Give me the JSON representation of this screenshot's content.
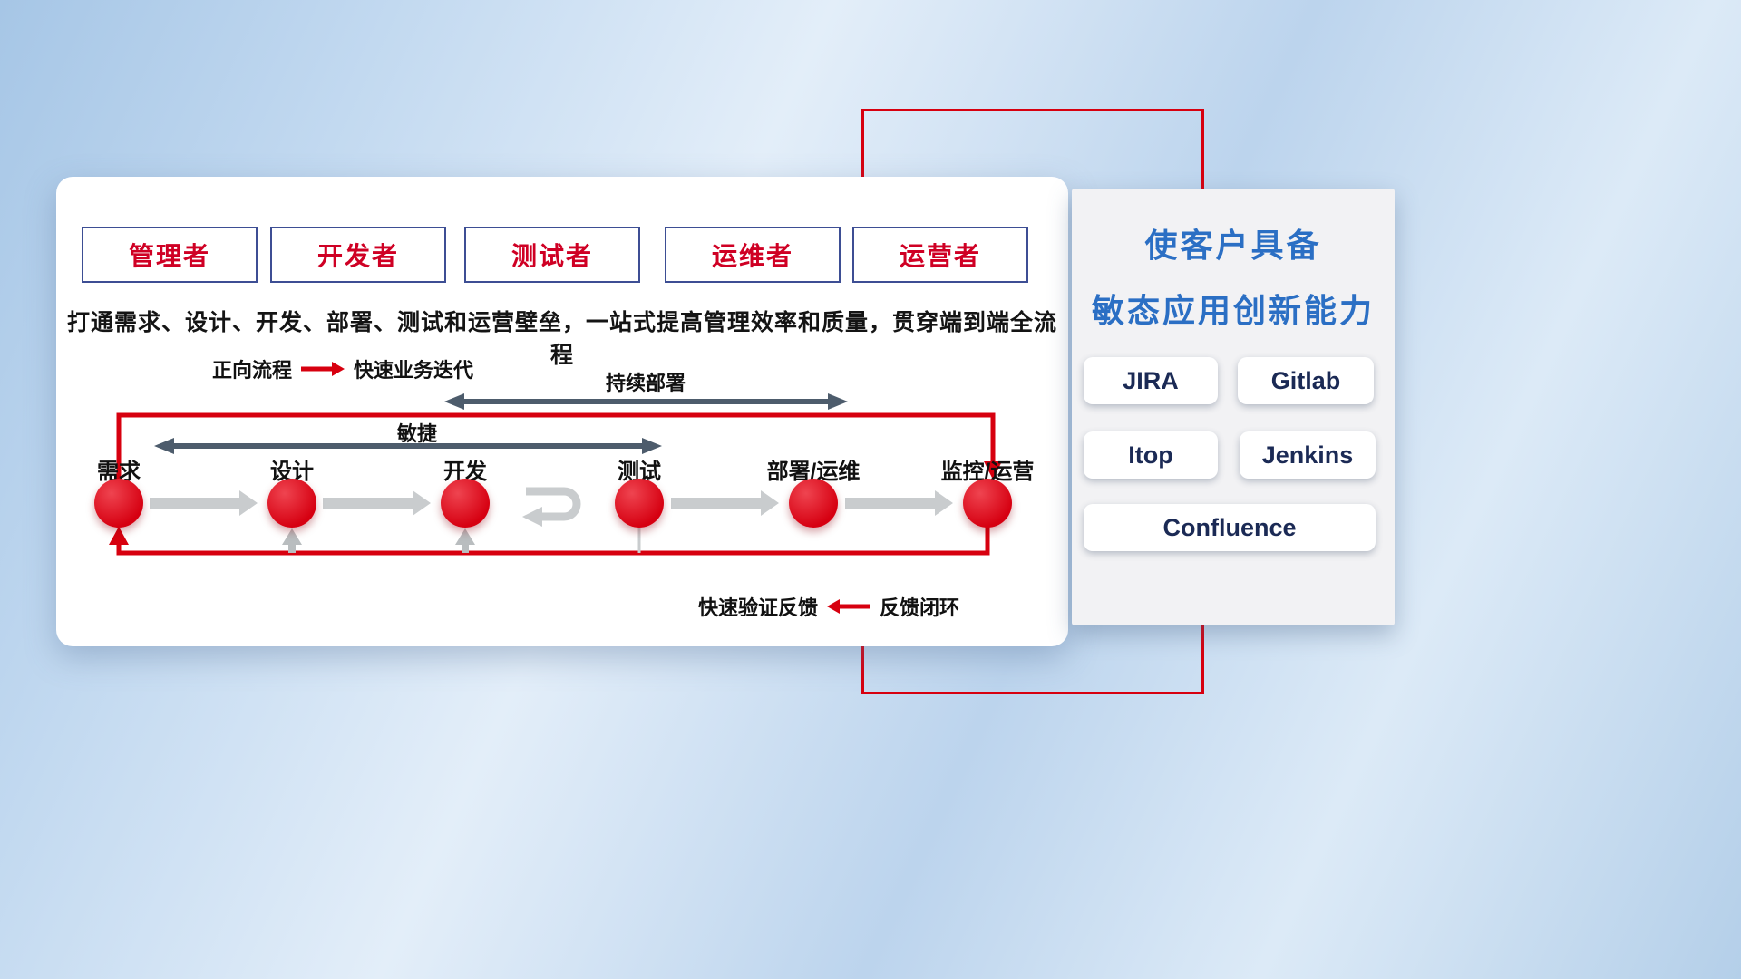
{
  "panel": {
    "roles": [
      "管理者",
      "开发者",
      "测试者",
      "运维者",
      "运营者"
    ],
    "description": "打通需求、设计、开发、部署、测试和运营壁垒，一站式提高管理效率和质量，贯穿端到端全流程",
    "forward_legend": {
      "label": "正向流程",
      "value": "快速业务迭代"
    },
    "feedback_legend": {
      "label": "快速验证反馈",
      "value": "反馈闭环"
    },
    "continuous_deploy_label": "持续部署",
    "agile_label": "敏捷",
    "stages": [
      "需求",
      "设计",
      "开发",
      "测试",
      "部署/运维",
      "监控/运营"
    ]
  },
  "right_panel": {
    "title_line1": "使客户具备",
    "title_line2": "敏态应用创新能力",
    "tools": [
      "JIRA",
      "Gitlab",
      "Itop",
      "Jenkins",
      "Confluence"
    ]
  },
  "colors": {
    "accent_red": "#d7000f",
    "title_blue": "#2b6fc4",
    "tool_text": "#1b2a55",
    "dark_arrow": "#4d5c6c",
    "gray_arrow": "#c9ccce",
    "role_text": "#cf0024",
    "role_border": "#3d4e94"
  }
}
